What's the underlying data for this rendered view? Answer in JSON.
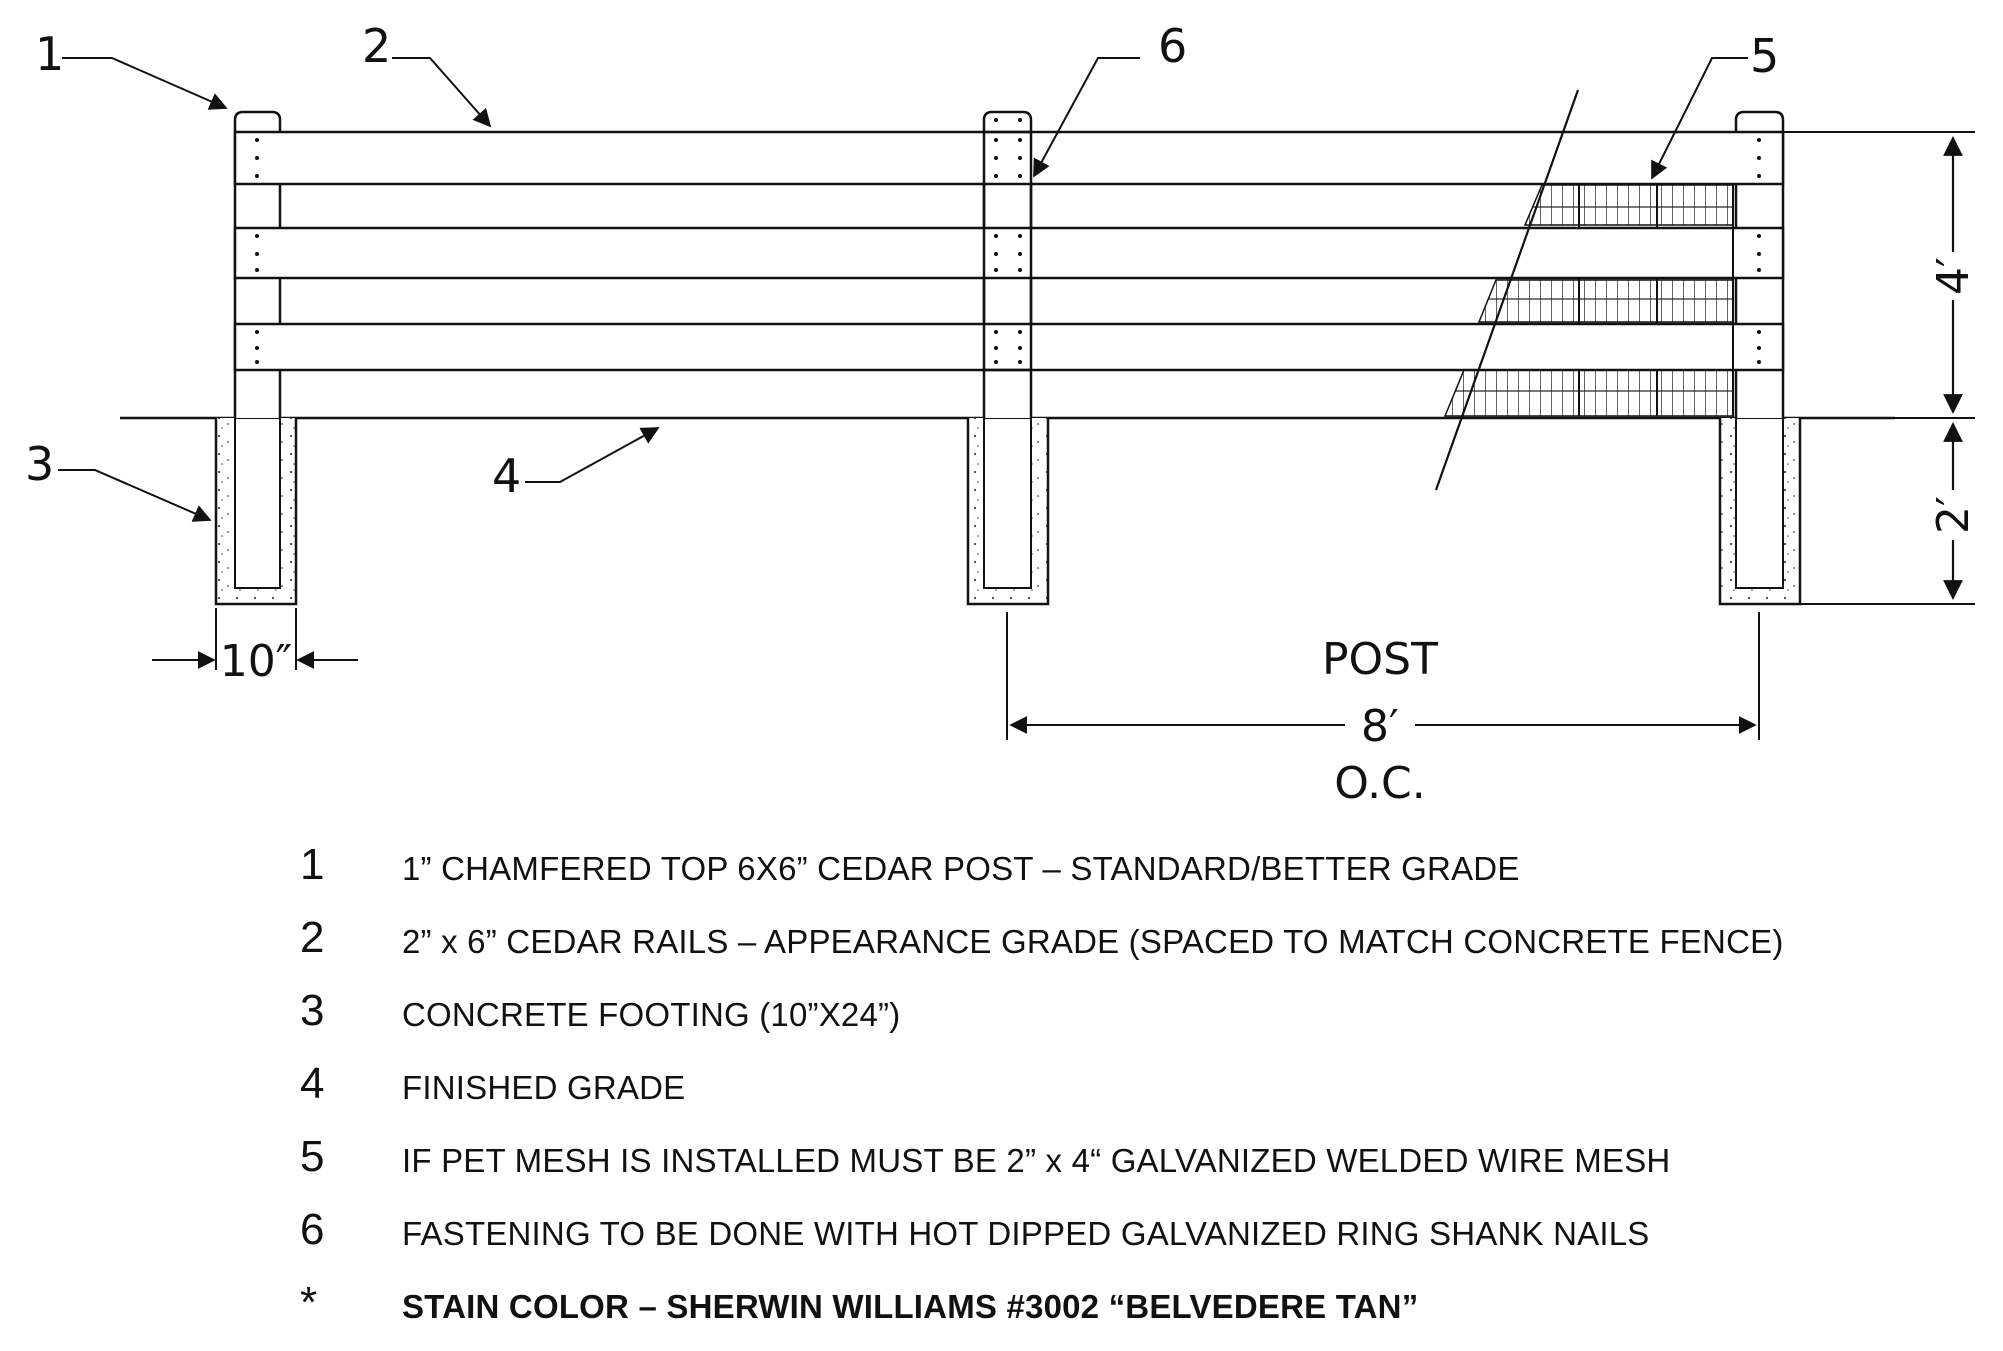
{
  "callouts": {
    "c1": "1",
    "c2": "2",
    "c3": "3",
    "c4": "4",
    "c5": "5",
    "c6": "6"
  },
  "dimensions": {
    "height_above": "4′",
    "height_below": "2′",
    "footing_width": "10″",
    "post_label": "POST",
    "post_spacing": "8′",
    "post_oc": "O.C."
  },
  "legend": [
    {
      "num": "1",
      "text": "1” CHAMFERED TOP 6X6” CEDAR POST – STANDARD/BETTER GRADE",
      "bold": false
    },
    {
      "num": "2",
      "text": "2” x 6” CEDAR RAILS – APPEARANCE GRADE (SPACED TO MATCH CONCRETE FENCE)",
      "bold": false
    },
    {
      "num": "3",
      "text": "CONCRETE FOOTING (10”X24”)",
      "bold": false
    },
    {
      "num": "4",
      "text": "FINISHED GRADE",
      "bold": false
    },
    {
      "num": "5",
      "text": "IF PET MESH IS INSTALLED MUST BE 2” x 4“  GALVANIZED WELDED WIRE MESH",
      "bold": false
    },
    {
      "num": "6",
      "text": "FASTENING TO BE DONE WITH HOT DIPPED GALVANIZED RING SHANK NAILS",
      "bold": false
    },
    {
      "num": "*",
      "text": "STAIN COLOR – SHERWIN WILLIAMS #3002 “BELVEDERE TAN”",
      "bold": true
    }
  ]
}
